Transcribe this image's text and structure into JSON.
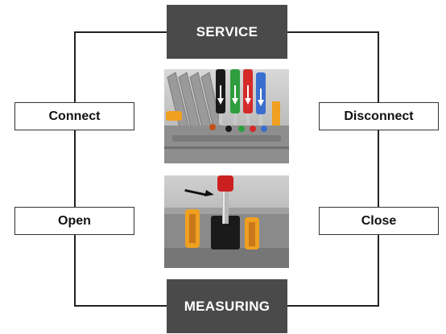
{
  "diagram": {
    "top_mode": "SERVICE",
    "bottom_mode": "MEASURING",
    "left_upper_action": "Connect",
    "left_lower_action": "Open",
    "right_upper_action": "Disconnect",
    "right_lower_action": "Close"
  },
  "colors": {
    "dark_box": "#4a4a4a",
    "line": "#222222",
    "test_plugs": [
      "#1a1a1a",
      "#2e9e3e",
      "#d42a2a",
      "#3a6fd0"
    ],
    "terminal_orange": "#f0a020"
  },
  "icons": {
    "arrow": "black-arrow-right"
  }
}
